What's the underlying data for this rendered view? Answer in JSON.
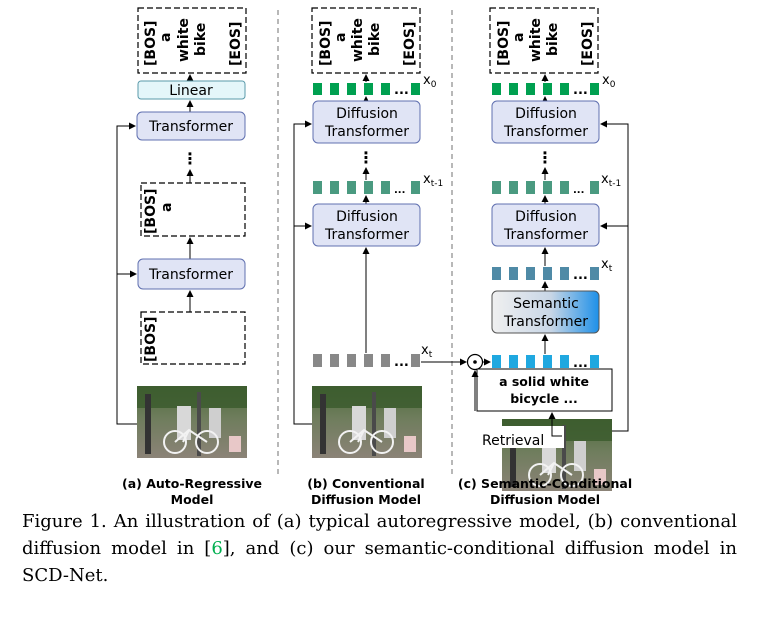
{
  "figure": {
    "tokens": {
      "bos": "[BOS]",
      "a": "a",
      "white": "white",
      "bike": "bike",
      "eos": "[EOS]",
      "ellipsis": "..."
    },
    "labels": {
      "linear": "Linear",
      "transformer": "Transformer",
      "diffusion_line1": "Diffusion",
      "diffusion_line2": "Transformer",
      "semantic_line1": "Semantic",
      "semantic_line2": "Transformer",
      "retrieved_text_line1": "a solid white",
      "retrieved_text_line2": "bicycle ...",
      "retrieval": "Retrieval",
      "x": "x",
      "sub_0": "0",
      "sub_t1": "t-1",
      "sub_t": "t",
      "vdots": "⋮",
      "odot": "⊙"
    },
    "panels": {
      "a_line1": "(a) Auto-Regressive",
      "a_line2": "Model",
      "b_line1": "(b) Conventional",
      "b_line2": "Diffusion Model",
      "c_line1": "(c) Semantic-Conditional",
      "c_line2": "Diffusion Model"
    },
    "colors": {
      "transformer_fill": "#e0e4f5",
      "linear_fill": "#e4f6fa",
      "token_green": "#00a050",
      "token_teal": "#4a9a80",
      "token_blue_gray": "#4f8aa6",
      "token_gray": "#888888",
      "token_cyan": "#20a8e0"
    }
  },
  "caption": {
    "part1": "Figure 1.   An illustration of (a) typical autoregressive model, (b) conventional diffusion model in [",
    "cite": "6",
    "part2": "], and (c) our semantic-conditional diffusion model in SCD-Net."
  }
}
